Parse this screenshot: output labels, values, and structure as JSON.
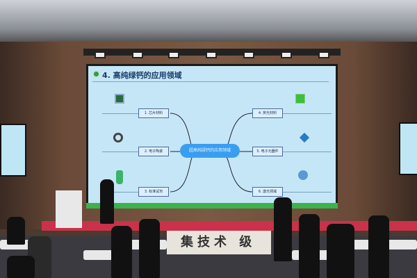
{
  "slide": {
    "title": "4.  高纯绿钙的应用领域",
    "center": "超高纯绿钙的应用领域",
    "branches": [
      {
        "label": "1. 芯片材料",
        "icon": "chip-icon"
      },
      {
        "label": "2. 电子陶瓷",
        "icon": "ring-icon"
      },
      {
        "label": "3. 标准试剂",
        "icon": "flask-icon"
      },
      {
        "label": "4. 荧光材料",
        "icon": "green-tile-icon"
      },
      {
        "label": "5. 电子元器件",
        "icon": "blue-chip-icon"
      },
      {
        "label": "6. 激光领域",
        "icon": "crystal-icon"
      }
    ],
    "colors": {
      "background": "#c5e6f6",
      "center_node": "#3a9ef0",
      "bottom_band": "#3bb34a"
    }
  },
  "banner": {
    "text": "集技术  级"
  }
}
